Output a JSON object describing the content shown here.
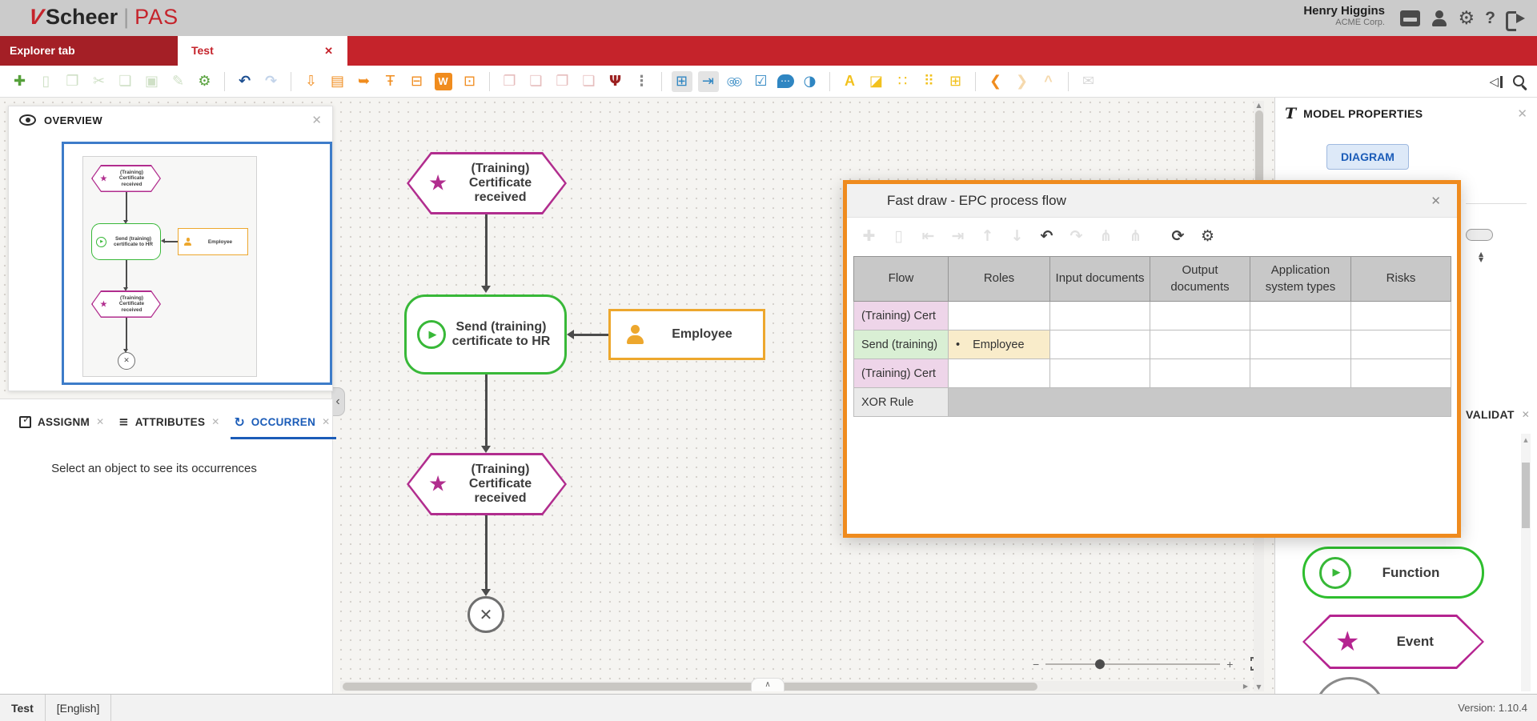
{
  "ui": {
    "close": "✕",
    "up_arrow": "▲",
    "down_arrow": "▼",
    "right_arrow": "▶",
    "left_chevron": "‹",
    "up_chevron": "∧",
    "play": "▶",
    "star": "★",
    "end_x": "✕",
    "bullet": "•",
    "sort_up": "▲",
    "sort_down": "▼",
    "collapse_glyph": "◁"
  },
  "header": {
    "brand": "Scheer",
    "brand_mark": "V",
    "brand_divider": "|",
    "product": "PAS",
    "user_name": "Henry Higgins",
    "user_org": "ACME Corp.",
    "gear_glyph": "⚙",
    "help_glyph": "?"
  },
  "tabs": {
    "explorer": "Explorer tab",
    "document": "Test"
  },
  "toolbar": {
    "groups": [
      [
        {
          "name": "new-model",
          "glyph": "✚",
          "cls": "c-g"
        },
        {
          "name": "delete",
          "glyph": "▯",
          "cls": "c-gd"
        },
        {
          "name": "duplicate",
          "glyph": "❐",
          "cls": "c-gd"
        },
        {
          "name": "cut",
          "glyph": "✂",
          "cls": "c-gd"
        },
        {
          "name": "copy",
          "glyph": "❏",
          "cls": "c-gd"
        },
        {
          "name": "paste",
          "glyph": "▣",
          "cls": "c-gd"
        },
        {
          "name": "edit",
          "glyph": "✎",
          "cls": "c-gd"
        },
        {
          "name": "model-settings",
          "glyph": "⚙",
          "cls": "c-g"
        }
      ],
      [
        {
          "name": "undo",
          "glyph": "↶",
          "cls": "c-b"
        },
        {
          "name": "redo",
          "glyph": "↷",
          "cls": "c-bd"
        }
      ],
      [
        {
          "name": "save",
          "glyph": "⇩",
          "cls": "c-o"
        },
        {
          "name": "report",
          "glyph": "▤",
          "cls": "c-o"
        },
        {
          "name": "share",
          "glyph": "➥",
          "cls": "c-o"
        },
        {
          "name": "pin",
          "glyph": "Ŧ",
          "cls": "c-o"
        },
        {
          "name": "print",
          "glyph": "⊟",
          "cls": "c-o"
        },
        {
          "name": "word-export",
          "glyph": "W",
          "cls": "i-word"
        },
        {
          "name": "crop-frame",
          "glyph": "⊡",
          "cls": "c-o"
        }
      ],
      [
        {
          "name": "bring-forward",
          "glyph": "❐",
          "cls": "c-p"
        },
        {
          "name": "send-backward",
          "glyph": "❏",
          "cls": "c-p"
        },
        {
          "name": "bring-to-front",
          "glyph": "❐",
          "cls": "c-p"
        },
        {
          "name": "send-to-back",
          "glyph": "❏",
          "cls": "c-p"
        },
        {
          "name": "hierarchy",
          "glyph": "Ψ",
          "cls": "c-r"
        },
        {
          "name": "more-options",
          "glyph": "⋮",
          "cls": "c-gray"
        }
      ],
      [
        {
          "name": "grid-layout",
          "glyph": "⊞",
          "cls": "c-bl pressed"
        },
        {
          "name": "snap-to-grid",
          "glyph": "⇥",
          "cls": "c-bl pressed"
        },
        {
          "name": "find",
          "glyph": "◎◎",
          "cls": "c-bl i-binoc"
        },
        {
          "name": "validate-checkbox",
          "glyph": "☑",
          "cls": "c-bl"
        },
        {
          "name": "comments",
          "glyph": "⋯",
          "cls": "i-bubble"
        },
        {
          "name": "toggle-view",
          "glyph": "◑",
          "cls": "c-bl"
        }
      ],
      [
        {
          "name": "font-color",
          "glyph": "A",
          "cls": "c-y i-bold"
        },
        {
          "name": "insert-image",
          "glyph": "◪",
          "cls": "c-y"
        },
        {
          "name": "matrix-small",
          "glyph": "∷",
          "cls": "c-y"
        },
        {
          "name": "matrix-large",
          "glyph": "⠿",
          "cls": "c-y"
        },
        {
          "name": "insert-table",
          "glyph": "⊞",
          "cls": "c-y"
        }
      ],
      [
        {
          "name": "nav-back",
          "glyph": "❮",
          "cls": "c-o"
        },
        {
          "name": "nav-forward",
          "glyph": "❯",
          "cls": "c-od"
        },
        {
          "name": "nav-up",
          "glyph": "^",
          "cls": "c-od i-bold"
        }
      ],
      [
        {
          "name": "mail",
          "glyph": "✉",
          "cls": "c-gyd"
        }
      ]
    ]
  },
  "overview": {
    "title": "OVERVIEW"
  },
  "left_tabs": {
    "assignments": "ASSIGNM",
    "attributes": "ATTRIBUTES",
    "occurrences": "OCCURREN",
    "attr_glyph": "≡",
    "occ_glyph": "↻",
    "empty_message": "Select an object to see its occurrences"
  },
  "diagram": {
    "event_top": "(Training) Certificate received",
    "function": "Send (training) certificate to HR",
    "role": "Employee",
    "event_bottom": "(Training) Certificate received"
  },
  "fastdraw": {
    "title": "Fast draw - EPC process flow",
    "toolbar": [
      {
        "name": "add-row",
        "glyph": "✚",
        "cls": "dlg-dis"
      },
      {
        "name": "delete-row",
        "glyph": "▯",
        "cls": "dlg-dis"
      },
      {
        "name": "outdent",
        "glyph": "⇤",
        "cls": "dlg-dis"
      },
      {
        "name": "indent",
        "glyph": "⇥",
        "cls": "dlg-dis"
      },
      {
        "name": "move-up",
        "glyph": "↑",
        "cls": "dlg-dis"
      },
      {
        "name": "move-down",
        "glyph": "↓",
        "cls": "dlg-dis"
      },
      {
        "name": "undo",
        "glyph": "↶",
        "cls": "dlg-en"
      },
      {
        "name": "redo",
        "glyph": "↷",
        "cls": "dlg-dis"
      },
      {
        "name": "branch-left",
        "glyph": "⋔",
        "cls": "dlg-dis"
      },
      {
        "name": "branch-right",
        "glyph": "⋔",
        "cls": "dlg-dis"
      },
      {
        "name": "refresh",
        "glyph": "⟳",
        "cls": "dlg-en gap"
      },
      {
        "name": "table-settings",
        "glyph": "⚙",
        "cls": "dlg-en"
      }
    ],
    "columns": [
      "Flow",
      "Roles",
      "Input documents",
      "Output documents",
      "Application system types",
      "Risks"
    ],
    "rows": [
      {
        "flow": "(Training) Cert"
      },
      {
        "flow": "Send (training)",
        "role": "Employee"
      },
      {
        "flow": "(Training) Cert"
      },
      {
        "flow": "XOR Rule"
      }
    ]
  },
  "model_properties": {
    "type_icon": "T",
    "title": "MODEL PROPERTIES",
    "button": "DIAGRAM"
  },
  "validation": {
    "label": "VALIDAT"
  },
  "palette": {
    "function": "Function",
    "event": "Event"
  },
  "zoom_control": {
    "minus": "−",
    "plus": "+"
  },
  "statusbar": {
    "model": "Test",
    "language": "[English]",
    "version": "Version: 1.10.4"
  }
}
